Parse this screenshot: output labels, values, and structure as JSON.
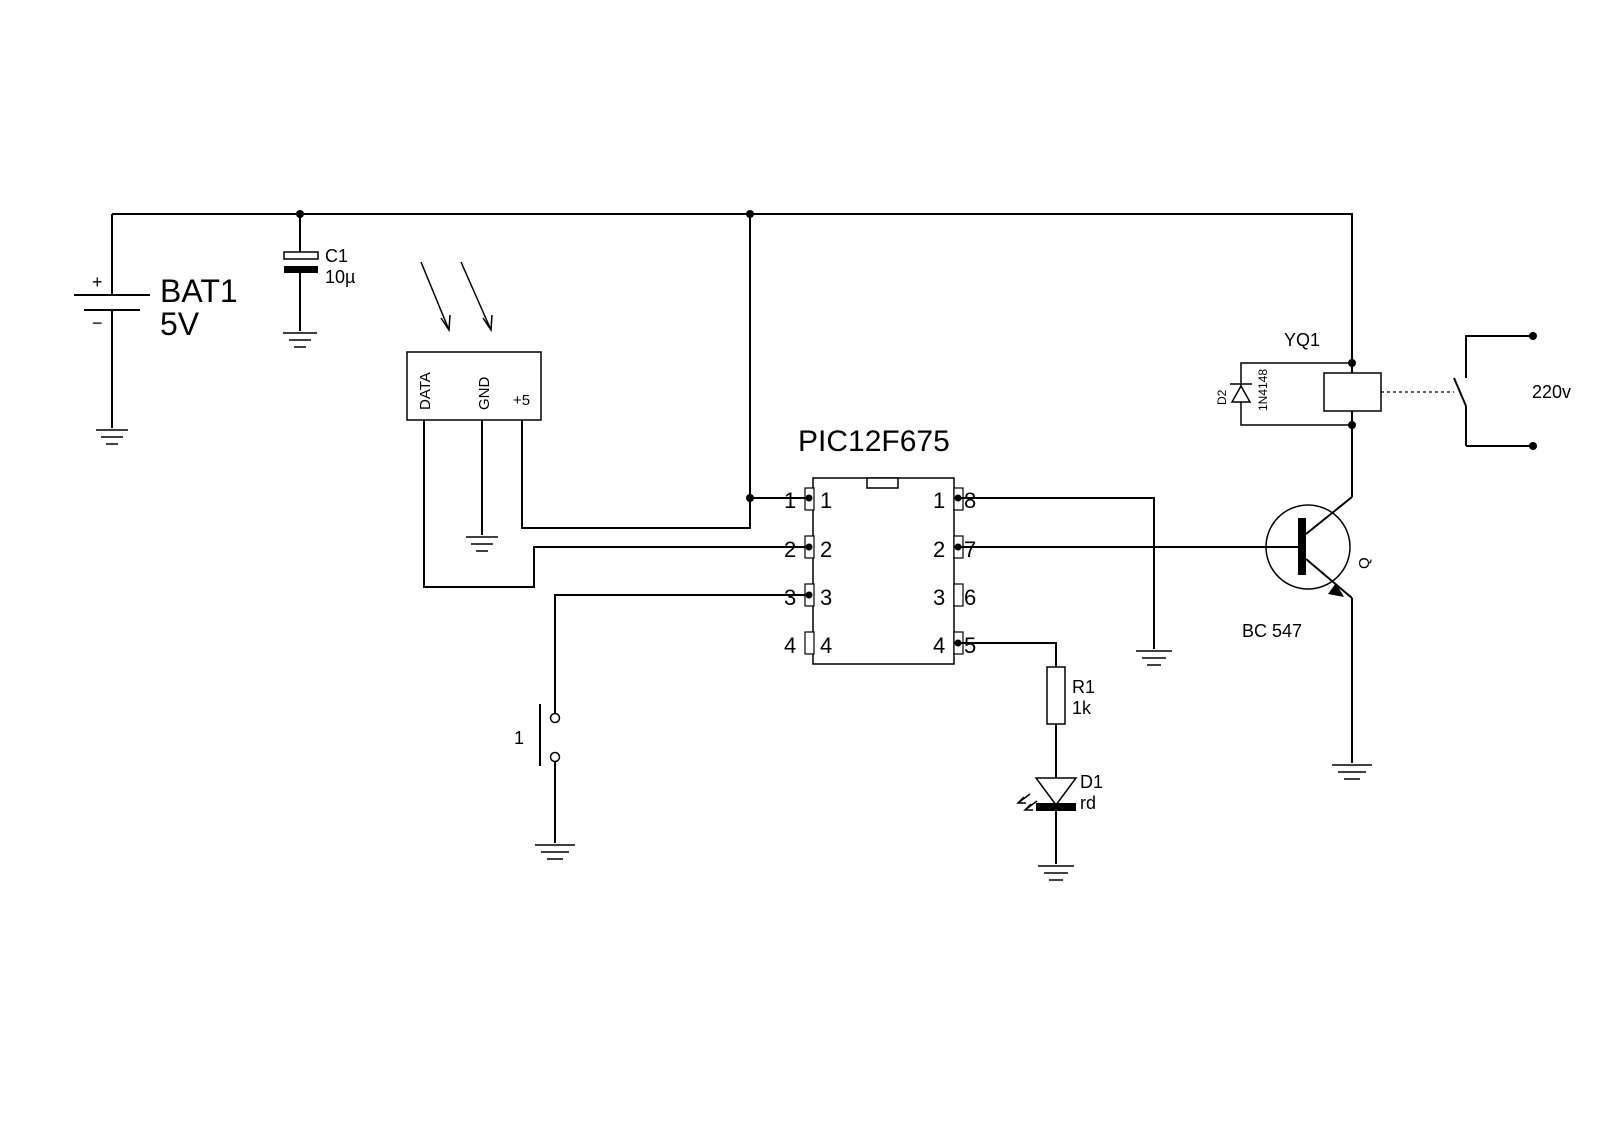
{
  "battery": {
    "ref": "BAT1",
    "value": "5V",
    "plus": "+",
    "minus": "−"
  },
  "capacitor": {
    "ref": "C1",
    "value": "10µ"
  },
  "ir_receiver": {
    "pin_data": "DATA",
    "pin_gnd": "GND",
    "pin_vcc": "+5"
  },
  "mcu": {
    "name": "PIC12F675",
    "left_pins": [
      {
        "outer": "1",
        "inner": "1"
      },
      {
        "outer": "2",
        "inner": "2"
      },
      {
        "outer": "3",
        "inner": "3"
      },
      {
        "outer": "4",
        "inner": "4"
      }
    ],
    "right_pins": [
      {
        "inner": "1",
        "outer": "8"
      },
      {
        "inner": "2",
        "outer": "7"
      },
      {
        "inner": "3",
        "outer": "6"
      },
      {
        "inner": "4",
        "outer": "5"
      }
    ]
  },
  "switch": {
    "label": "1"
  },
  "resistor": {
    "ref": "R1",
    "value": "1k"
  },
  "led": {
    "ref": "D1",
    "value": "rd"
  },
  "relay": {
    "ref": "YQ1",
    "load": "220v"
  },
  "diode": {
    "ref": "D2",
    "value": "1N4148"
  },
  "transistor": {
    "ref": "BC 547",
    "pin_label": "Q"
  }
}
